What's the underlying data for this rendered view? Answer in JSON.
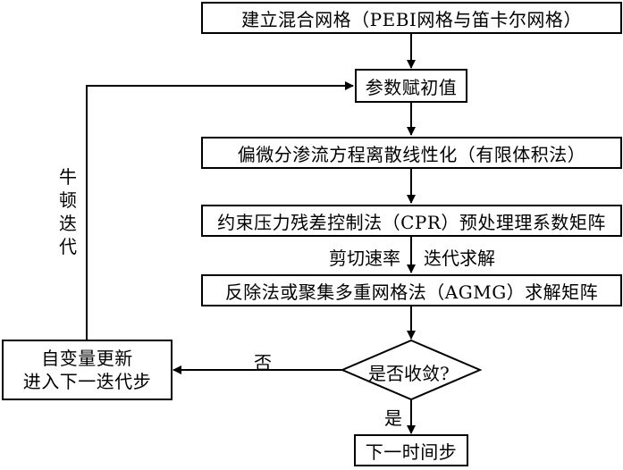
{
  "nodes": {
    "mesh": "建立混合网格（PEBI网格与笛卡尔网格）",
    "init": "参数赋初值",
    "discretize": "偏微分渗流方程离散线性化（有限体积法）",
    "cpr": "约束压力残差控制法（CPR）预处理理系数矩阵",
    "solve": "反除法或聚集多重网格法（AGMG）求解矩阵",
    "converge": "是否收敛?",
    "update_line1": "自变量更新",
    "update_line2": "进入下一迭代步",
    "next": "下一时间步"
  },
  "edge_labels": {
    "shear": "剪切速率",
    "iterate": "迭代求解",
    "no": "否",
    "yes": "是",
    "newton": "牛顿迭代"
  }
}
